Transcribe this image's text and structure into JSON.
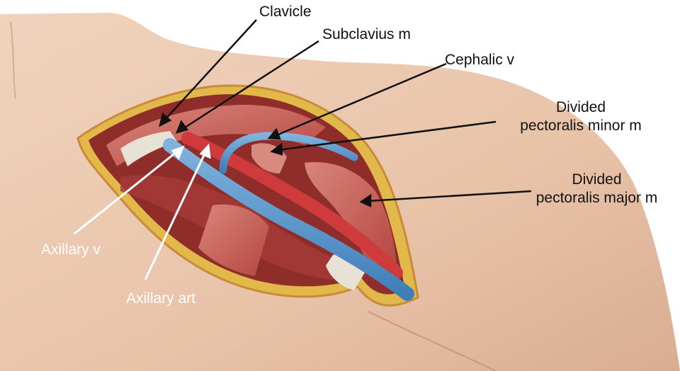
{
  "figure": {
    "labels": {
      "clavicle": "Clavicle",
      "subclavius": "Subclavius m",
      "cephalic": "Cephalic v",
      "pec_minor_line1": "Divided",
      "pec_minor_line2": "pectoralis minor m",
      "pec_major_line1": "Divided",
      "pec_major_line2": "pectoralis major m",
      "axillary_vein": "Axillary v",
      "axillary_artery": "Axillary art"
    },
    "colors": {
      "skin": "#e9c7ae",
      "skin_shadow": "#d7ab8f",
      "fat_margin": "#e2b84a",
      "muscle": "#b84a45",
      "muscle_light": "#d98a80",
      "cavity": "#8e2d2a",
      "vein": "#4f8fc6",
      "artery": "#cf3b3d",
      "tendon": "#e8e2d6",
      "dark_leader": "#111111",
      "light_leader": "#ffffff"
    }
  }
}
